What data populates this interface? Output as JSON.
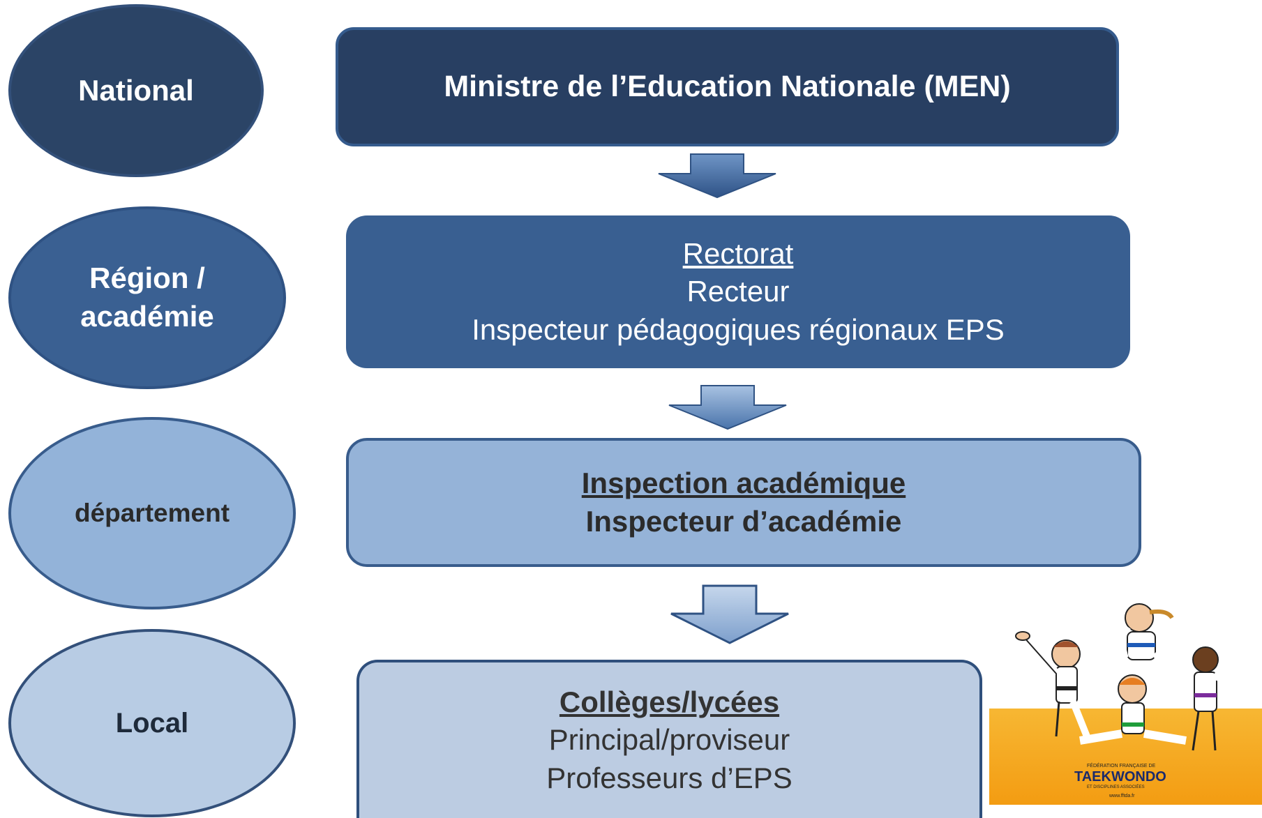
{
  "levels": {
    "national": "National",
    "region": [
      "Région /",
      "académie"
    ],
    "departement": "département",
    "local": "Local"
  },
  "boxes": {
    "men": "Ministre de l’Education Nationale (MEN)",
    "rectorat": {
      "title": "Rectorat",
      "lines": [
        "Recteur",
        "Inspecteur pédagogiques régionaux EPS"
      ]
    },
    "inspection": {
      "title": "Inspection académique",
      "lines": [
        "Inspecteur d’académie"
      ]
    },
    "local": {
      "title": "Collèges/lycées",
      "lines": [
        "Principal/proviseur",
        "Professeurs d’EPS"
      ]
    }
  },
  "logo": {
    "line1": "FÉDÉRATION FRANÇAISE DE",
    "brand": "TAEKWONDO",
    "line2": "ET DISCIPLINES ASSOCIÉES",
    "url": "www.fftda.fr"
  },
  "colors": {
    "dark_navy": "#283f62",
    "mid_blue": "#395f91",
    "light_blue": "#95b3d8",
    "pale_blue": "#bccce2",
    "logo_orange": "#f5a623"
  }
}
